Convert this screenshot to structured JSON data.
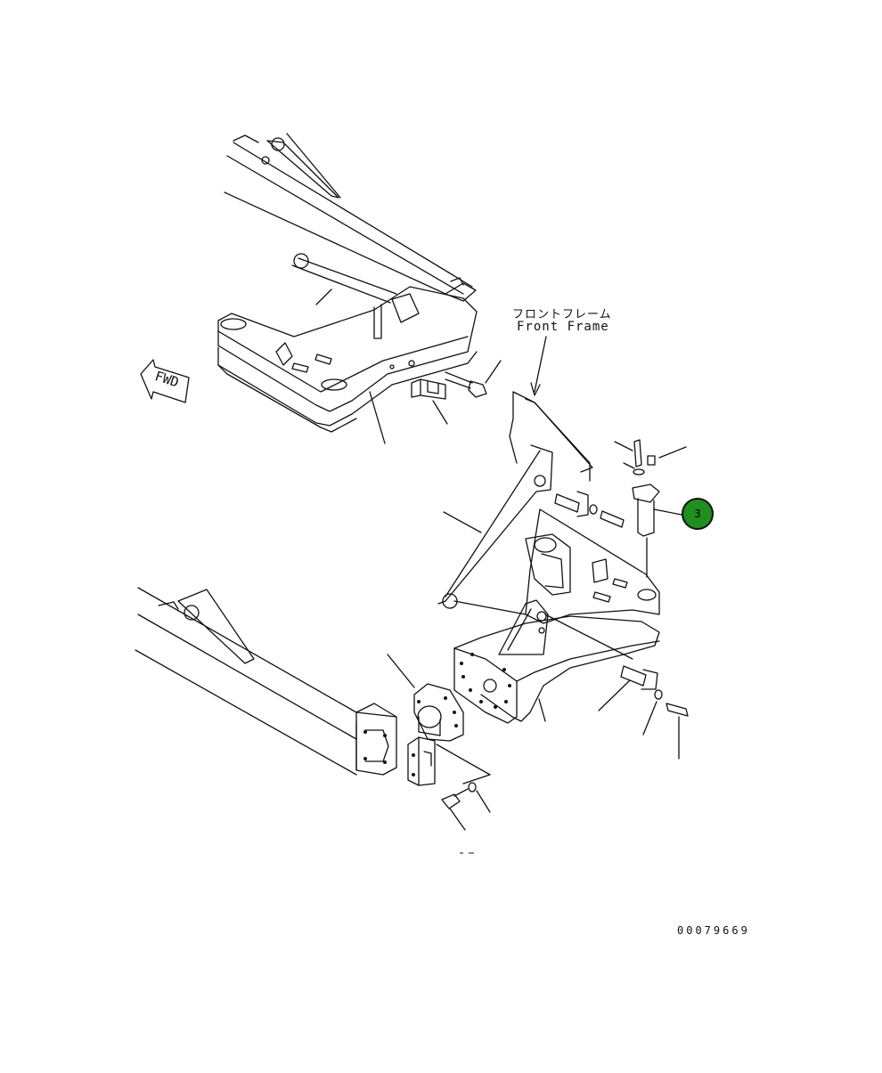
{
  "labels": {
    "front_frame_jp": "フロントフレーム",
    "front_frame_en": "Front Frame",
    "fwd": "FWD",
    "drawing_id": "00079669"
  },
  "callouts": [
    {
      "number": "3",
      "color": "#1f8f1f"
    }
  ]
}
